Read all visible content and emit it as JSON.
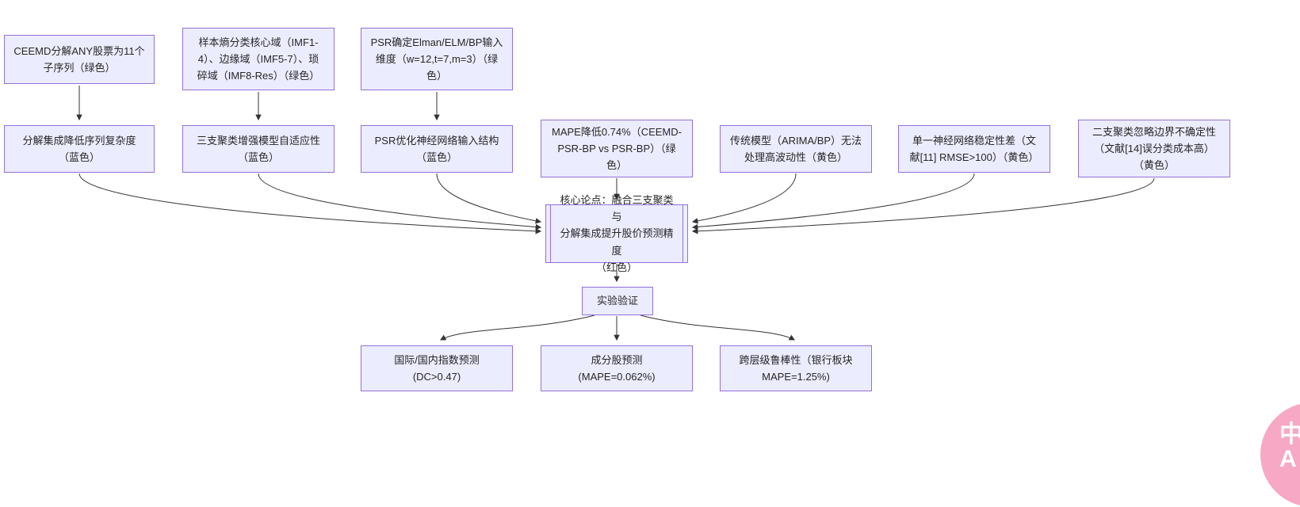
{
  "colors": {
    "node_fill": "#ECECFF",
    "node_border": "#9370DB",
    "edge": "#333333",
    "badge_pink": "#F7A8C4"
  },
  "diagram": {
    "type": "flowchart",
    "nodes": [
      {
        "id": "ceemd",
        "label": "CEEMD分解ANY股票为11个\n子序列（绿色）"
      },
      {
        "id": "entropy",
        "label": "样本熵分类核心域（IMF1-\n4）、边缘域（IMF5-7）、琐\n碎域（IMF8-Res）（绿色）"
      },
      {
        "id": "psrin",
        "label": "PSR确定Elman/ELM/BP输入\n维度（w=12,t=7,m=3）（绿\n色）"
      },
      {
        "id": "decomp",
        "label": "分解集成降低序列复杂度\n（蓝色）"
      },
      {
        "id": "threeway",
        "label": "三支聚类增强模型自适应性\n（蓝色）"
      },
      {
        "id": "psropt",
        "label": "PSR优化神经网络输入结构\n（蓝色）"
      },
      {
        "id": "mape",
        "label": "MAPE降低0.74%（CEEMD-\nPSR-BP vs PSR-BP）（绿\n色）"
      },
      {
        "id": "trad",
        "label": "传统模型（ARIMA/BP）无法\n处理高波动性（黄色）"
      },
      {
        "id": "singlenn",
        "label": "单一神经网络稳定性差（文\n献[11] RMSE>100）（黄色）"
      },
      {
        "id": "twoway",
        "label": "二支聚类忽略边界不确定性\n（文献[14]误分类成本高）\n（黄色）"
      },
      {
        "id": "core",
        "label": "核心论点：融合三支聚类与\n分解集成提升股价预测精度\n（红色）"
      },
      {
        "id": "exp",
        "label": "实验验证"
      },
      {
        "id": "index",
        "label": "国际/国内指数预测\n(DC>0.47)"
      },
      {
        "id": "comp",
        "label": "成分股预测\n(MAPE=0.062%)"
      },
      {
        "id": "robust",
        "label": "跨层级鲁棒性（银行板块\nMAPE=1.25%)"
      }
    ],
    "edges": [
      {
        "from": "ceemd",
        "to": "decomp"
      },
      {
        "from": "entropy",
        "to": "threeway"
      },
      {
        "from": "psrin",
        "to": "psropt"
      },
      {
        "from": "decomp",
        "to": "core"
      },
      {
        "from": "threeway",
        "to": "core"
      },
      {
        "from": "psropt",
        "to": "core"
      },
      {
        "from": "mape",
        "to": "core"
      },
      {
        "from": "trad",
        "to": "core"
      },
      {
        "from": "singlenn",
        "to": "core"
      },
      {
        "from": "twoway",
        "to": "core"
      },
      {
        "from": "core",
        "to": "exp"
      },
      {
        "from": "exp",
        "to": "index"
      },
      {
        "from": "exp",
        "to": "comp"
      },
      {
        "from": "exp",
        "to": "robust"
      }
    ]
  },
  "badge": {
    "label": "中\nA"
  }
}
